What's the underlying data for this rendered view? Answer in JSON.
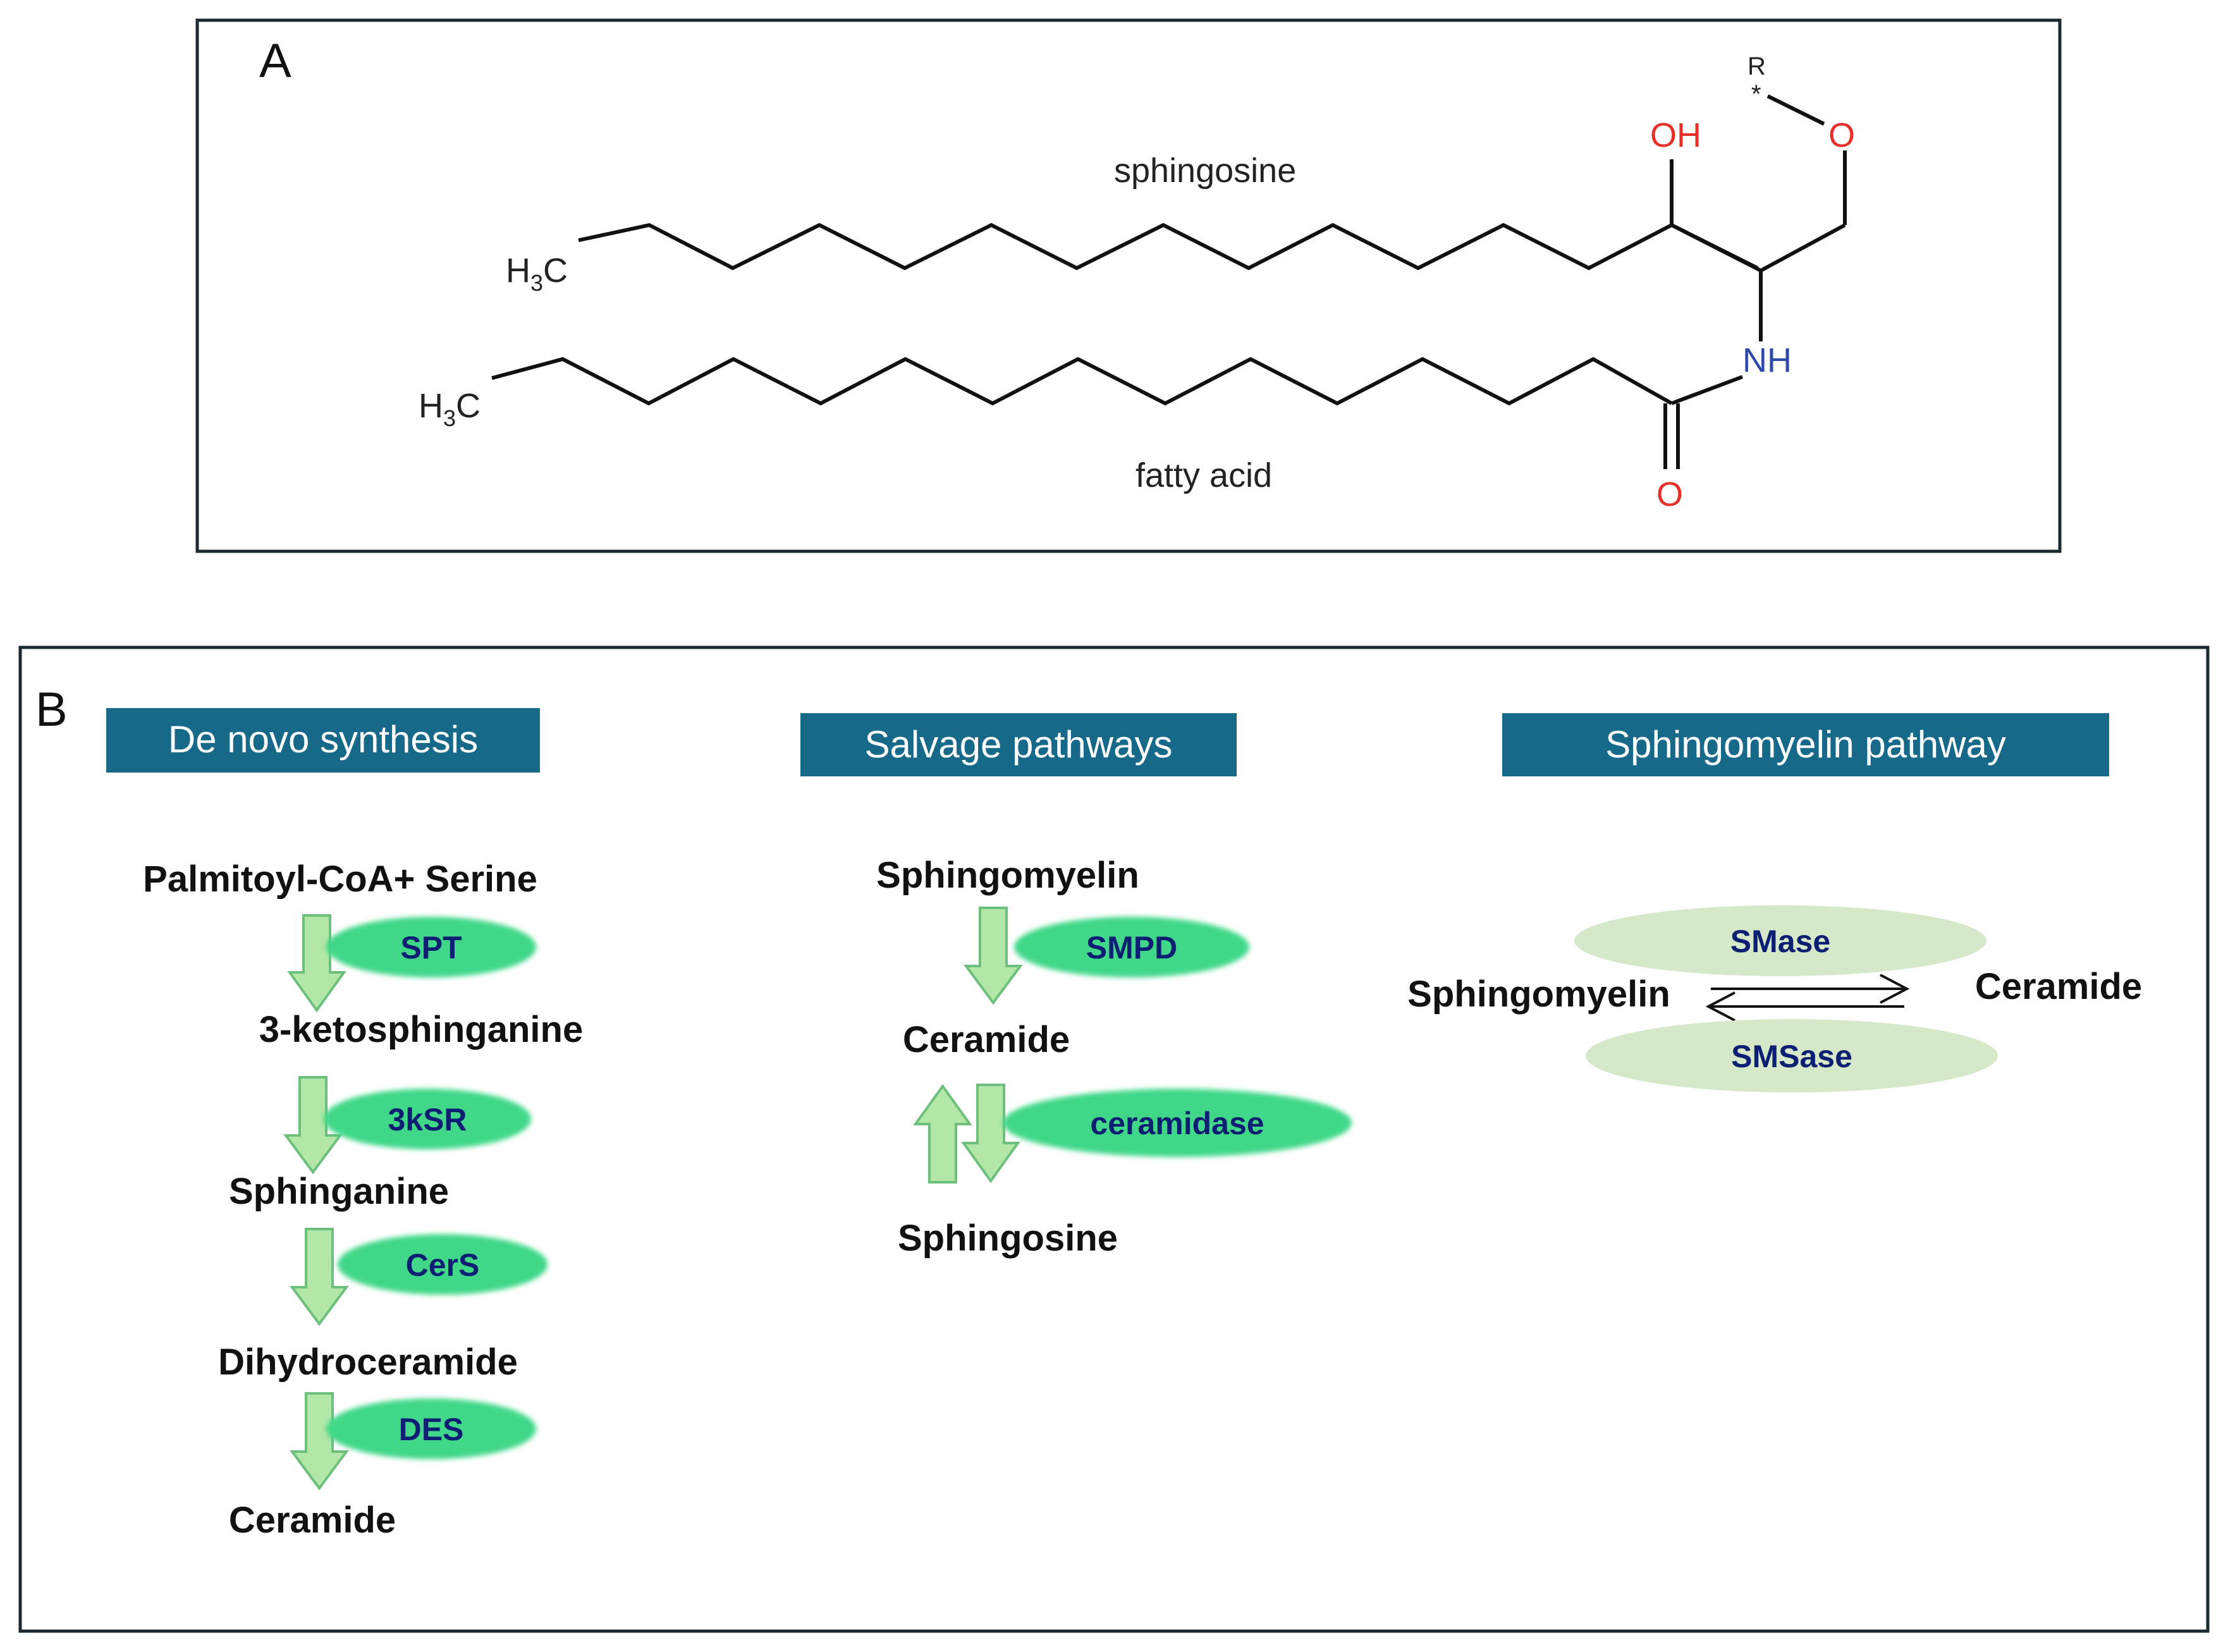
{
  "panels": {
    "a": {
      "letter": "A",
      "sphingosine_label": "sphingosine",
      "fatty_acid_label": "fatty acid",
      "methyl_group": "H",
      "methyl_subscript": "3",
      "methyl_carbon": "C",
      "hydroxyl_label": "OH",
      "ether_oxygen_label": "O",
      "amide_nitrogen_label": "NH",
      "carbonyl_oxygen_label": "O",
      "r_group_label": "R",
      "attachment_mark": "*"
    },
    "b": {
      "letter": "B",
      "de_novo": {
        "header": "De novo synthesis",
        "substrate": "Palmitoyl-CoA+ Serine",
        "steps": [
          {
            "enzyme": "SPT",
            "product": "3-ketosphinganine"
          },
          {
            "enzyme": "3kSR",
            "product": "Sphinganine"
          },
          {
            "enzyme": "CerS",
            "product": "Dihydroceramide"
          },
          {
            "enzyme": "DES",
            "product": "Ceramide"
          }
        ]
      },
      "salvage": {
        "header": "Salvage pathways",
        "substrate": "Sphingomyelin",
        "enzyme_1": "SMPD",
        "intermediate": "Ceramide",
        "enzyme_2": "ceramidase",
        "product": "Sphingosine"
      },
      "sphingomyelin": {
        "header": "Sphingomyelin pathway",
        "left_compound": "Sphingomyelin",
        "right_compound": "Ceramide",
        "forward_enzyme": "SMase",
        "reverse_enzyme": "SMSase"
      }
    }
  },
  "colors": {
    "header_bar": "#17698a",
    "enzyme_bright": "#3fd888",
    "enzyme_pale": "#d5e8c8",
    "enzyme_text": "#0d1f73",
    "arrow_fill": "#b3e7a7",
    "arrow_stroke": "#6cc07c",
    "oxygen": "#e8302a",
    "nitrogen": "#2e4aa8",
    "frame": "#1b2a30"
  }
}
